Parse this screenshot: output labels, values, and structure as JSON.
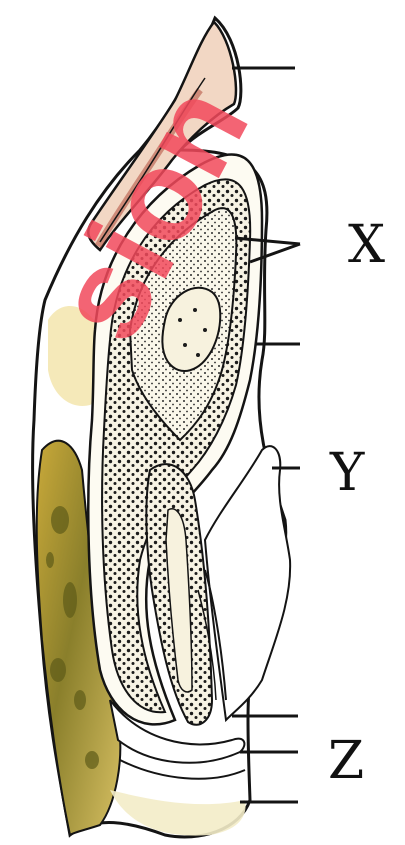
{
  "diagram": {
    "labels": {
      "x": "X",
      "y": "Y",
      "z": "Z"
    },
    "watermark": "sion",
    "colors": {
      "ink": "#141414",
      "watermark": "#f24a5c",
      "background": "#ffffff",
      "yolk": "#c9a93a",
      "yolk_dark": "#6d6a1e",
      "pale": "#f6efcc",
      "tissue": "#efe9cf"
    }
  }
}
